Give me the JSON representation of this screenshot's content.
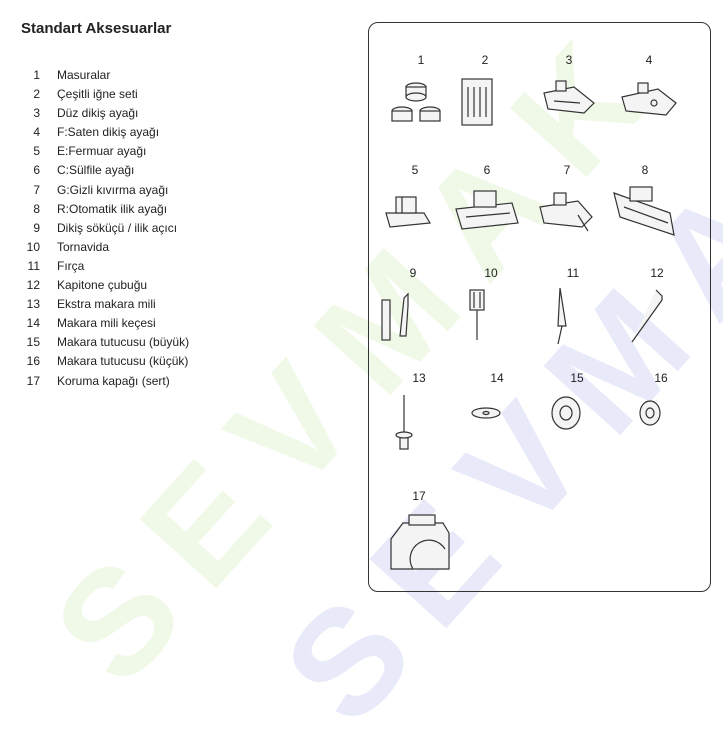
{
  "title": "Standart Aksesuarlar",
  "watermark": "SEVMAK",
  "items": [
    {
      "num": "1",
      "label": "Masuralar"
    },
    {
      "num": "2",
      "label": "Çeşitli iğne seti"
    },
    {
      "num": "3",
      "label": "Düz dikiş ayağı"
    },
    {
      "num": "4",
      "label": "F:Saten dikiş ayağı"
    },
    {
      "num": "5",
      "label": "E:Fermuar ayağı"
    },
    {
      "num": "6",
      "label": "C:Sülfile ayağı"
    },
    {
      "num": "7",
      "label": "G:Gizli kıvırma ayağı"
    },
    {
      "num": "8",
      "label": "R:Otomatik ilik ayağı"
    },
    {
      "num": "9",
      "label": "Dikiş söküçü / ilik açıcı"
    },
    {
      "num": "10",
      "label": "Tornavida"
    },
    {
      "num": "11",
      "label": "Fırça"
    },
    {
      "num": "12",
      "label": "Kapitone çubuğu"
    },
    {
      "num": "13",
      "label": "Ekstra makara mili"
    },
    {
      "num": "14",
      "label": "Makara mili keçesi"
    },
    {
      "num": "15",
      "label": "Makara tutucusu (büyük)"
    },
    {
      "num": "16",
      "label": "Makara tutucusu (küçük)"
    },
    {
      "num": "17",
      "label": "Koruma kapağı (sert)"
    }
  ]
}
